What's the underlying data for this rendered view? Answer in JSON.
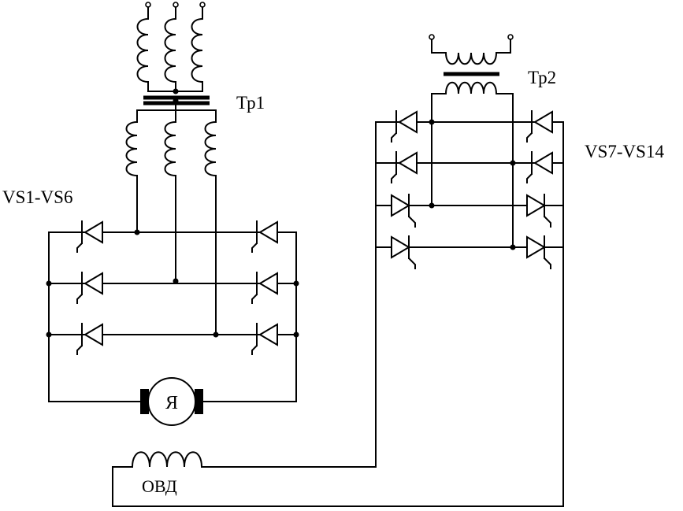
{
  "labels": {
    "transformer_1": "Тр1",
    "transformer_2": "Тр2",
    "thyristors_group_1": "VS1-VS6",
    "thyristors_group_2": "VS7-VS14",
    "motor_armature": "Я",
    "field_winding": "ОВД"
  }
}
